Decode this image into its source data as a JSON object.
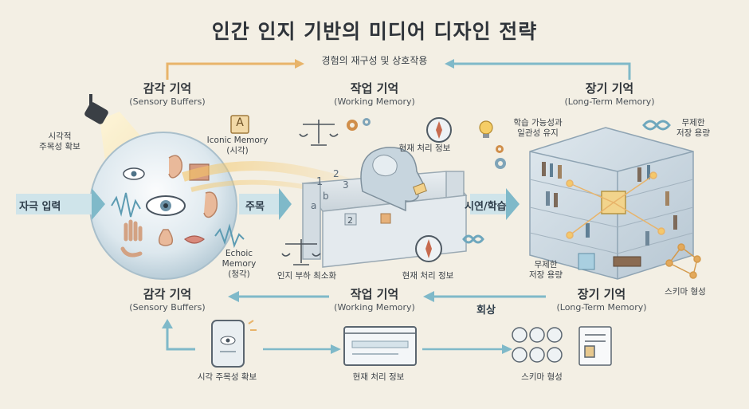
{
  "title": "인간 인지 기반의 미디어 디자인 전략",
  "top_arrow_label": "경험의 재구성 및 상호작용",
  "stages": {
    "sensory": {
      "title": "감각 기억",
      "subtitle": "(Sensory Buffers)"
    },
    "working": {
      "title": "작업 기억",
      "subtitle": "(Working Memory)"
    },
    "longterm": {
      "title": "장기 기억",
      "subtitle": "(Long-Term Memory)"
    }
  },
  "sensory_notes": {
    "attention": "시각적\n주목성 확보",
    "iconic": "Iconic Memory\n(시각)",
    "iconic_letter": "A",
    "echoic": "Echoic\nMemory\n(청각)"
  },
  "arrows": {
    "stimulus_input": "자극 입력",
    "attention": "주목",
    "rehearsal": "시연/학습",
    "recall": "회상"
  },
  "working_notes": {
    "current_info_top": "현재 처리 정보",
    "current_info_bottom": "현재 처리 정보",
    "cognitive_load": "인지 부하 최소화"
  },
  "longterm_notes": {
    "learnability": "학습 가능성과\n일관성 유지",
    "unlimited_top": "무제한\n저장 용량",
    "unlimited_bottom": "무제한\n저장 용량",
    "schema": "스키마 형성"
  },
  "bottom_row": {
    "sensory": {
      "title": "감각 기억",
      "subtitle": "(Sensory Buffers)"
    },
    "working": {
      "title": "작업 기억",
      "subtitle": "(Working Memory)"
    },
    "longterm": {
      "title": "장기 기억",
      "subtitle": "(Long-Term Memory)"
    },
    "labels": {
      "attention": "시각 주목성 확보",
      "current": "현재 처리 정보",
      "schema": "스키마 형성"
    }
  },
  "colors": {
    "background": "#f3efe4",
    "arrow_blue": "#7fb9c9",
    "arrow_orange": "#e8b46a",
    "glow": "#f6c768"
  }
}
